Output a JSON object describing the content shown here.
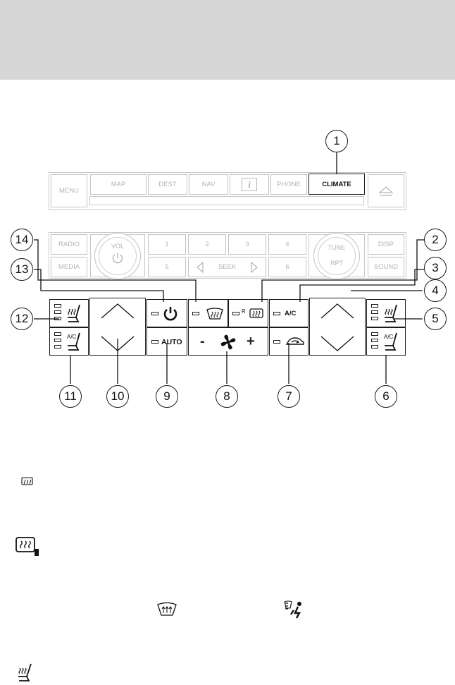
{
  "nav_panel": {
    "menu": "MENU",
    "map": "MAP",
    "dest": "DEST",
    "nav": "NAV",
    "info": "i",
    "phone": "PHONE",
    "climate": "CLIMATE"
  },
  "radio_panel": {
    "radio": "RADIO",
    "media": "MEDIA",
    "vol": "VOL",
    "preset_1": "1",
    "preset_2": "2",
    "preset_3": "3",
    "preset_4": "4",
    "preset_5": "5",
    "preset_6": "6",
    "seek": "SEEK",
    "tune": "TUNE",
    "rpt": "RPT",
    "disp": "DISP",
    "sound": "SOUND"
  },
  "climate_panel": {
    "auto": "AUTO",
    "ac": "A/C",
    "fan_minus": "-",
    "fan_plus": "+",
    "rear_defrost_prefix": "R",
    "seat_ac": "A/C"
  },
  "callouts": [
    "1",
    "2",
    "3",
    "4",
    "5",
    "6",
    "7",
    "8",
    "9",
    "10",
    "11",
    "12",
    "13",
    "14"
  ],
  "icons": {
    "defrost_small": "rear-window-defrost-icon",
    "heated_mirror": "heated-mirror-icon",
    "front_defrost": "front-defrost-icon",
    "floor_defrost": "floor-defrost-icon",
    "heated_seat": "heated-seat-icon"
  }
}
